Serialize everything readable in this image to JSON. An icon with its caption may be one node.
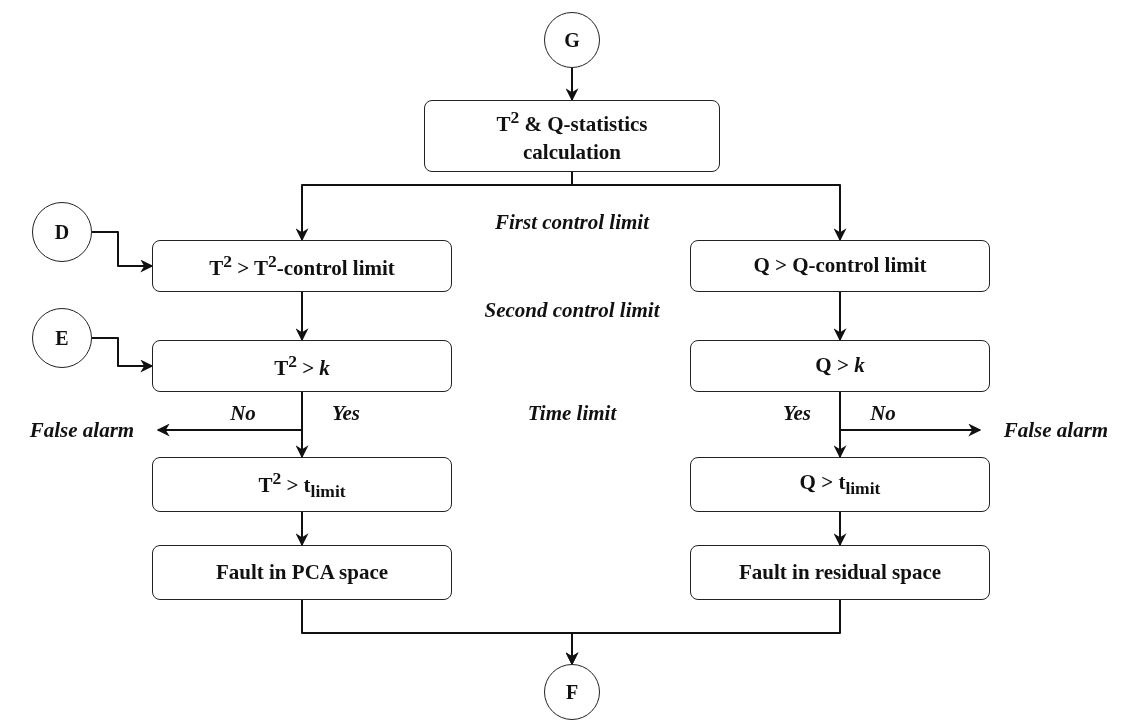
{
  "diagram": {
    "nodes": [
      {
        "text": [
          "G"
        ]
      },
      {
        "text": [
          "T$^{2}$ & Q-statistics calculation"
        ]
      },
      {
        "text": [
          "T$^{2}$ > T$^{2}$-control limit"
        ]
      },
      {
        "text": [
          "Q > Q-control limit"
        ]
      },
      {
        "text": [
          "T$^{2}$ > *k*"
        ]
      },
      {
        "text": [
          "Q > *k*"
        ]
      },
      {
        "text": [
          "False alarm"
        ]
      },
      {
        "text": [
          "False alarm"
        ]
      },
      {
        "text": [
          "T$^{2}$ > t$_{limit}$"
        ]
      },
      {
        "text": [
          "Q > t$_{limit}$"
        ]
      },
      {
        "text": [
          "Fault in PCA space"
        ]
      },
      {
        "text": [
          "Fault in residual space"
        ]
      },
      {
        "text": [
          "F"
        ]
      },
      {
        "text": [
          "D"
        ]
      },
      {
        "text": [
          "E"
        ]
      }
    ],
    "edges": [
      {
        "from": 0,
        "to": 1,
        "arrow": "to"
      },
      {
        "from": 1,
        "to": 2,
        "arrow": "to"
      },
      {
        "from": 1,
        "to": 3,
        "arrow": "to"
      },
      {
        "from": 13,
        "to": 2,
        "arrow": "to"
      },
      {
        "from": 14,
        "to": 4,
        "arrow": "to"
      },
      {
        "from": 2,
        "to": 4,
        "arrow": "to"
      },
      {
        "from": 3,
        "to": 5,
        "arrow": "to"
      },
      {
        "from": 4,
        "to": 6,
        "label": "No",
        "arrow": "to"
      },
      {
        "from": 4,
        "to": 8,
        "label": "Yes",
        "arrow": "to"
      },
      {
        "from": 5,
        "to": 9,
        "label": "Yes",
        "arrow": "to"
      },
      {
        "from": 5,
        "to": 7,
        "label": "No",
        "arrow": "to"
      },
      {
        "from": 8,
        "to": 10,
        "arrow": "to"
      },
      {
        "from": 9,
        "to": 11,
        "arrow": "to"
      },
      {
        "from": 10,
        "to": 12,
        "arrow": "to"
      },
      {
        "from": 11,
        "to": 12,
        "arrow": "to"
      }
    ],
    "labels": [
      "First control limit",
      "Second control limit",
      "Time limit"
    ]
  }
}
